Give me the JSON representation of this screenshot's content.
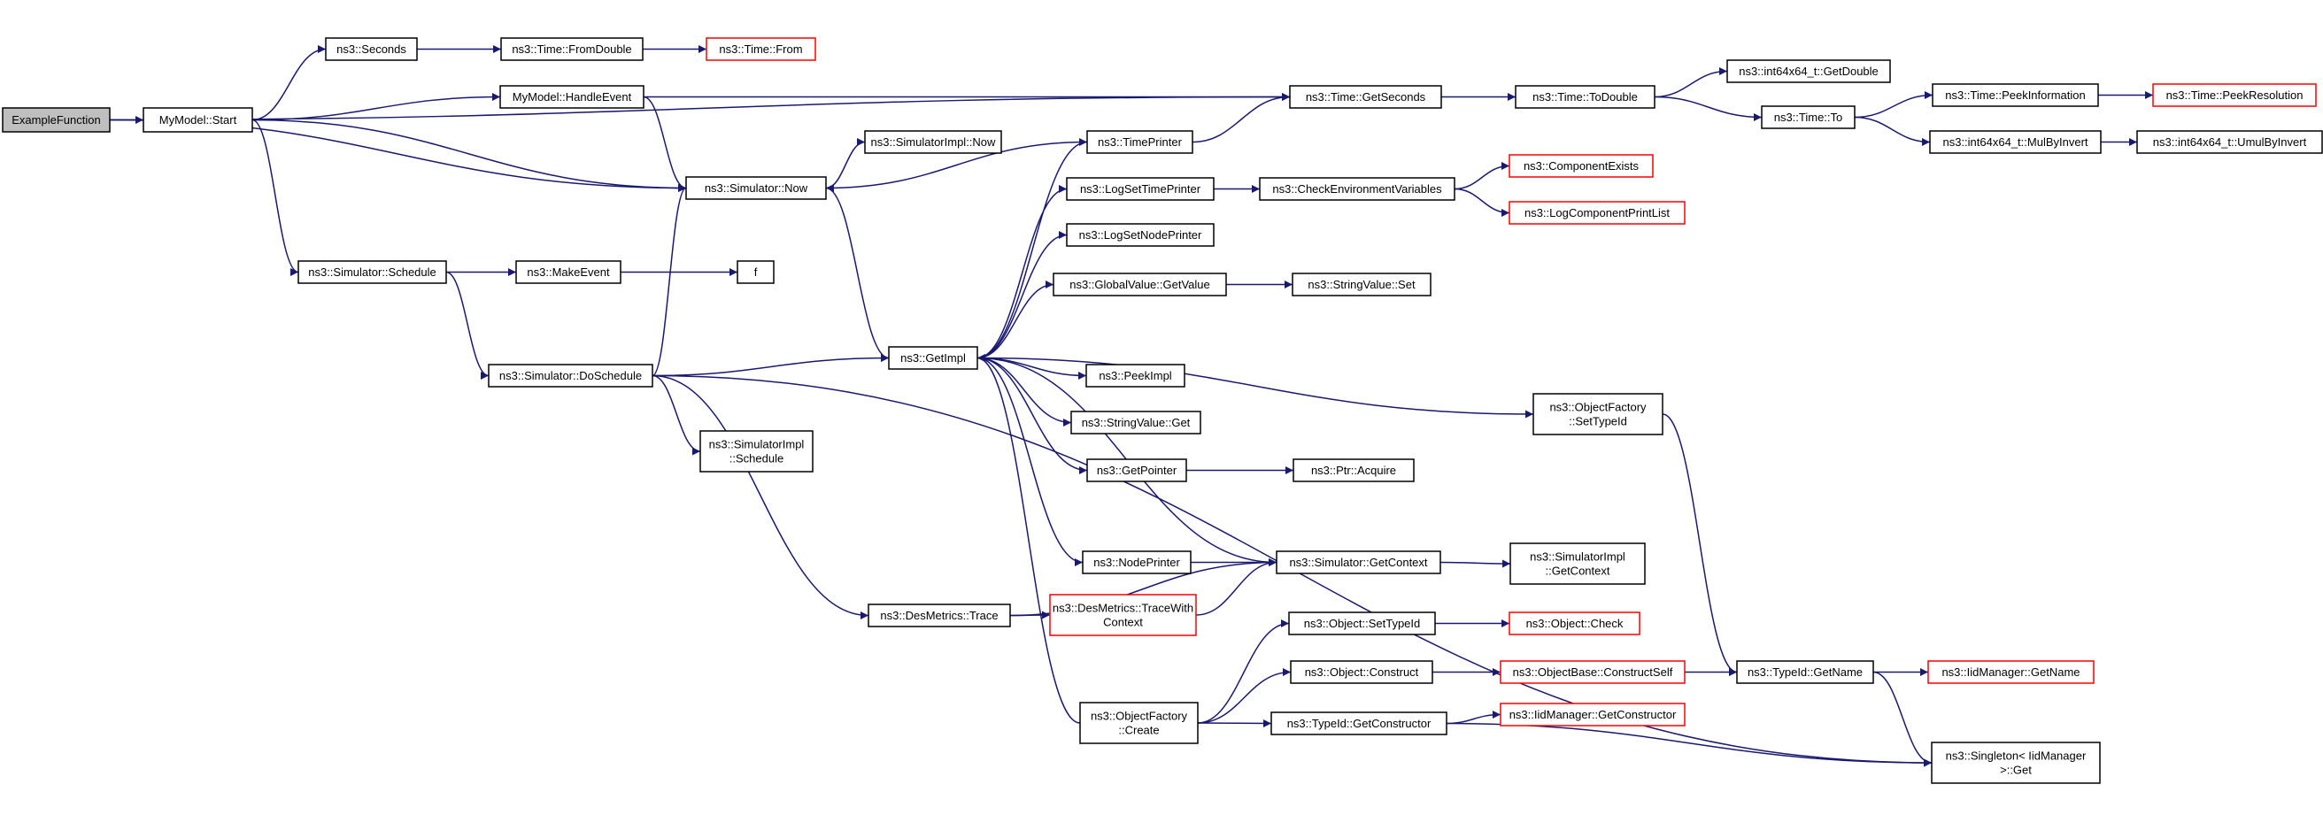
{
  "nodes": [
    {
      "id": "n0",
      "lines": [
        "ExampleFunction"
      ],
      "style": "root"
    },
    {
      "id": "n1",
      "lines": [
        "MyModel::Start"
      ]
    },
    {
      "id": "n2",
      "lines": [
        "ns3::Seconds"
      ]
    },
    {
      "id": "n3",
      "lines": [
        "ns3::Time::FromDouble"
      ]
    },
    {
      "id": "n4",
      "lines": [
        "ns3::Time::From"
      ],
      "style": "red"
    },
    {
      "id": "n5",
      "lines": [
        "MyModel::HandleEvent"
      ]
    },
    {
      "id": "n6",
      "lines": [
        "ns3::Time::GetSeconds"
      ]
    },
    {
      "id": "n7",
      "lines": [
        "ns3::Time::ToDouble"
      ]
    },
    {
      "id": "n8",
      "lines": [
        "ns3::int64x64_t::GetDouble"
      ]
    },
    {
      "id": "n9",
      "lines": [
        "ns3::Time::To"
      ]
    },
    {
      "id": "n10",
      "lines": [
        "ns3::Time::PeekInformation"
      ]
    },
    {
      "id": "n11",
      "lines": [
        "ns3::Time::PeekResolution"
      ],
      "style": "red"
    },
    {
      "id": "n12",
      "lines": [
        "ns3::int64x64_t::MulByInvert"
      ]
    },
    {
      "id": "n13",
      "lines": [
        "ns3::int64x64_t::UmulByInvert"
      ]
    },
    {
      "id": "n14",
      "lines": [
        "ns3::Simulator::Now"
      ]
    },
    {
      "id": "n15",
      "lines": [
        "ns3::SimulatorImpl::Now"
      ]
    },
    {
      "id": "n16",
      "lines": [
        "ns3::TimePrinter"
      ]
    },
    {
      "id": "n17",
      "lines": [
        "ns3::LogSetTimePrinter"
      ]
    },
    {
      "id": "n18",
      "lines": [
        "ns3::CheckEnvironmentVariables"
      ]
    },
    {
      "id": "n19",
      "lines": [
        "ns3::ComponentExists"
      ],
      "style": "red"
    },
    {
      "id": "n20",
      "lines": [
        "ns3::LogComponentPrintList"
      ],
      "style": "red"
    },
    {
      "id": "n21",
      "lines": [
        "ns3::LogSetNodePrinter"
      ]
    },
    {
      "id": "n22",
      "lines": [
        "ns3::Simulator::Schedule"
      ]
    },
    {
      "id": "n23",
      "lines": [
        "ns3::MakeEvent"
      ]
    },
    {
      "id": "n24",
      "lines": [
        "f"
      ]
    },
    {
      "id": "n25",
      "lines": [
        "ns3::GlobalValue::GetValue"
      ]
    },
    {
      "id": "n26",
      "lines": [
        "ns3::StringValue::Set"
      ]
    },
    {
      "id": "n27",
      "lines": [
        "ns3::Simulator::DoSchedule"
      ]
    },
    {
      "id": "n28",
      "lines": [
        "ns3::GetImpl"
      ]
    },
    {
      "id": "n29",
      "lines": [
        "ns3::PeekImpl"
      ]
    },
    {
      "id": "n30",
      "lines": [
        "ns3::ObjectFactory",
        "::SetTypeId"
      ]
    },
    {
      "id": "n31",
      "lines": [
        "ns3::StringValue::Get"
      ]
    },
    {
      "id": "n32",
      "lines": [
        "ns3::SimulatorImpl",
        "::Schedule"
      ]
    },
    {
      "id": "n33",
      "lines": [
        "ns3::GetPointer"
      ]
    },
    {
      "id": "n34",
      "lines": [
        "ns3::Ptr::Acquire"
      ]
    },
    {
      "id": "n35",
      "lines": [
        "ns3::NodePrinter"
      ]
    },
    {
      "id": "n36",
      "lines": [
        "ns3::Simulator::GetContext"
      ]
    },
    {
      "id": "n37",
      "lines": [
        "ns3::SimulatorImpl",
        "::GetContext"
      ]
    },
    {
      "id": "n38",
      "lines": [
        "ns3::DesMetrics::Trace"
      ]
    },
    {
      "id": "n39",
      "lines": [
        "ns3::DesMetrics::TraceWith",
        "Context"
      ],
      "style": "red"
    },
    {
      "id": "n40",
      "lines": [
        "ns3::Object::SetTypeId"
      ]
    },
    {
      "id": "n41",
      "lines": [
        "ns3::Object::Check"
      ],
      "style": "red"
    },
    {
      "id": "n42",
      "lines": [
        "ns3::Object::Construct"
      ]
    },
    {
      "id": "n43",
      "lines": [
        "ns3::ObjectBase::ConstructSelf"
      ],
      "style": "red"
    },
    {
      "id": "n44",
      "lines": [
        "ns3::TypeId::GetName"
      ]
    },
    {
      "id": "n45",
      "lines": [
        "ns3::IidManager::GetName"
      ],
      "style": "red"
    },
    {
      "id": "n46",
      "lines": [
        "ns3::ObjectFactory",
        "::Create"
      ]
    },
    {
      "id": "n47",
      "lines": [
        "ns3::TypeId::GetConstructor"
      ]
    },
    {
      "id": "n48",
      "lines": [
        "ns3::IidManager::GetConstructor"
      ],
      "style": "red"
    },
    {
      "id": "n49",
      "lines": [
        "ns3::Singleton< IidManager",
        " >::Get"
      ]
    }
  ],
  "edges": [
    [
      "n0",
      "n1"
    ],
    [
      "n0",
      "n6"
    ],
    [
      "n0",
      "n14"
    ],
    [
      "n1",
      "n2"
    ],
    [
      "n1",
      "n5"
    ],
    [
      "n1",
      "n14"
    ],
    [
      "n1",
      "n22"
    ],
    [
      "n2",
      "n3"
    ],
    [
      "n3",
      "n4"
    ],
    [
      "n5",
      "n6"
    ],
    [
      "n5",
      "n14"
    ],
    [
      "n6",
      "n7"
    ],
    [
      "n7",
      "n8"
    ],
    [
      "n7",
      "n9"
    ],
    [
      "n9",
      "n10"
    ],
    [
      "n9",
      "n12"
    ],
    [
      "n10",
      "n11"
    ],
    [
      "n12",
      "n13"
    ],
    [
      "n14",
      "n15"
    ],
    [
      "n14",
      "n28"
    ],
    [
      "n16",
      "n6"
    ],
    [
      "n16",
      "n14"
    ],
    [
      "n17",
      "n18"
    ],
    [
      "n18",
      "n19"
    ],
    [
      "n18",
      "n20"
    ],
    [
      "n22",
      "n23"
    ],
    [
      "n22",
      "n27"
    ],
    [
      "n23",
      "n24"
    ],
    [
      "n25",
      "n26"
    ],
    [
      "n27",
      "n14"
    ],
    [
      "n27",
      "n28"
    ],
    [
      "n27",
      "n32"
    ],
    [
      "n27",
      "n38"
    ],
    [
      "n27",
      "n49"
    ],
    [
      "n28",
      "n16"
    ],
    [
      "n28",
      "n17"
    ],
    [
      "n28",
      "n21"
    ],
    [
      "n28",
      "n25"
    ],
    [
      "n28",
      "n29"
    ],
    [
      "n28",
      "n31"
    ],
    [
      "n28",
      "n33"
    ],
    [
      "n28",
      "n35"
    ],
    [
      "n28",
      "n30"
    ],
    [
      "n30",
      "n44"
    ],
    [
      "n33",
      "n34"
    ],
    [
      "n35",
      "n36"
    ],
    [
      "n36",
      "n28"
    ],
    [
      "n36",
      "n37"
    ],
    [
      "n38",
      "n39"
    ],
    [
      "n38",
      "n36"
    ],
    [
      "n39",
      "n36"
    ],
    [
      "n46",
      "n28"
    ],
    [
      "n46",
      "n40"
    ],
    [
      "n46",
      "n42"
    ],
    [
      "n46",
      "n47"
    ],
    [
      "n40",
      "n41"
    ],
    [
      "n42",
      "n43"
    ],
    [
      "n43",
      "n44"
    ],
    [
      "n44",
      "n45"
    ],
    [
      "n44",
      "n49"
    ],
    [
      "n47",
      "n48"
    ],
    [
      "n47",
      "n49"
    ]
  ]
}
